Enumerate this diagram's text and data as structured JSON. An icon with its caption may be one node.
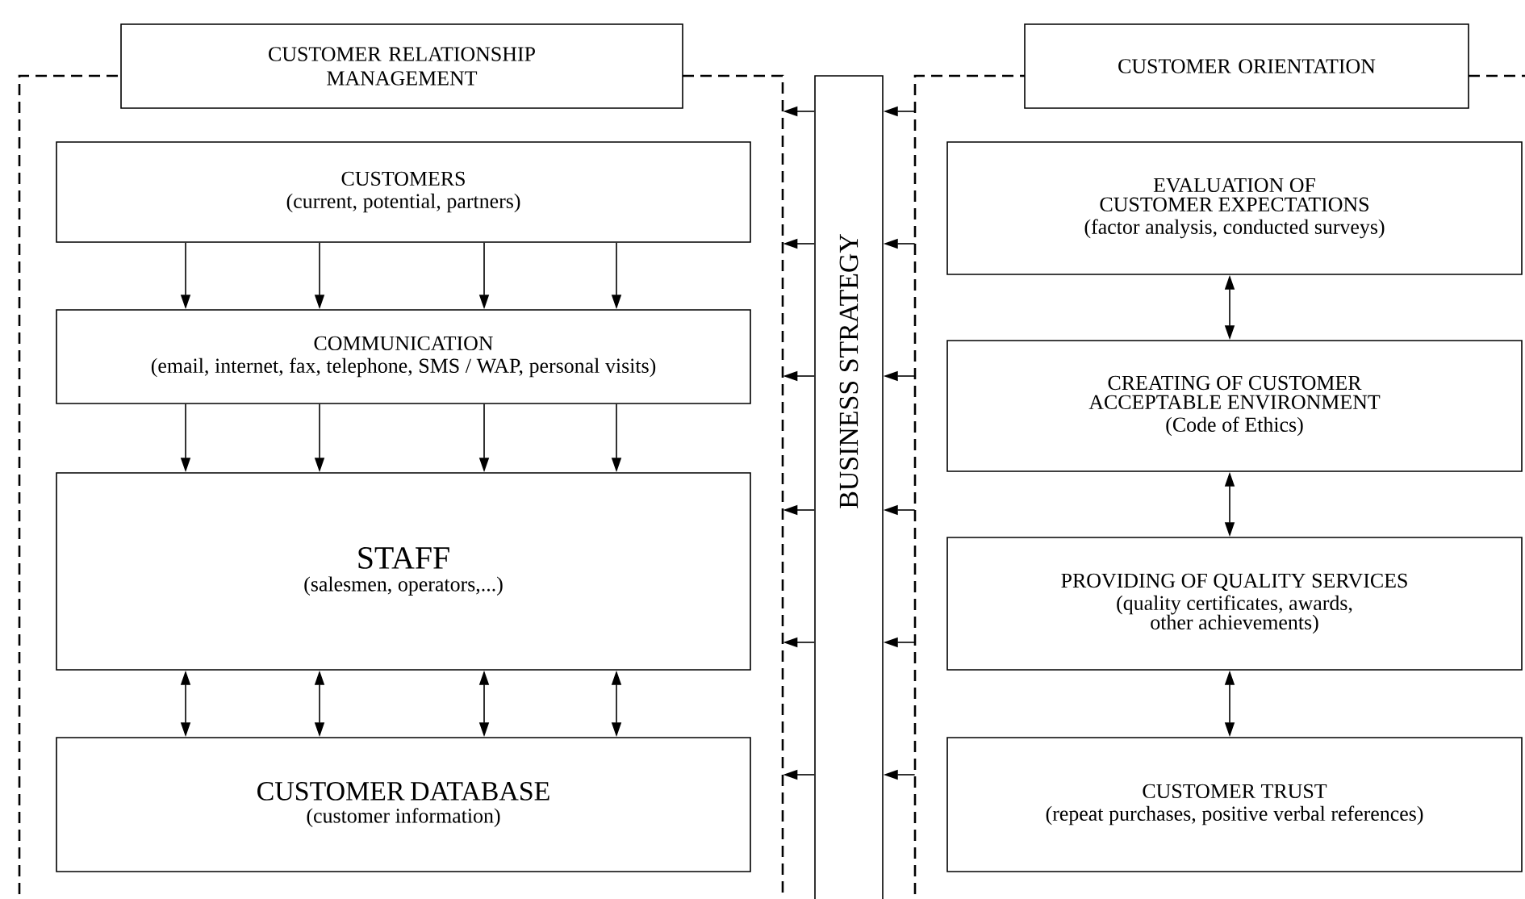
{
  "diagram": {
    "nodes": [
      {
        "text": [
          "CUSTOMER RELATIONSHIP MANAGEMENT"
        ]
      },
      {
        "text": [
          "CUSTOMERS",
          "(current, potential, partners)"
        ],
        "in": 0
      },
      {
        "text": [
          "COMMUNICATION",
          "(email, internet, fax, telephone, SMS / WAP, personal visits)"
        ],
        "in": 0
      },
      {
        "text": [
          "STAFF",
          "(salesmen, operators,...)"
        ],
        "in": 0
      },
      {
        "text": [
          "CUSTOMER DATABASE",
          "(customer information)"
        ],
        "in": 0
      },
      {
        "text": [
          "BUSINESS STRATEGY"
        ]
      },
      {
        "text": [
          "CUSTOMER ORIENTATION"
        ]
      },
      {
        "text": [
          "EVALUATION OF CUSTOMER EXPECTATIONS",
          "(factor analysis, conducted surveys)"
        ],
        "in": 6
      },
      {
        "text": [
          "CREATING OF CUSTOMER ACCEPTABLE ENVIRONMENT",
          "(Code of Ethics)"
        ],
        "in": 6
      },
      {
        "text": [
          "PROVIDING OF QUALITY SERVICES",
          "(quality certificates, awards, other achievements)"
        ],
        "in": 6
      },
      {
        "text": [
          "CUSTOMER TRUST",
          "(repeat purchases, positive verbal references)"
        ],
        "in": 6
      }
    ],
    "edges": [
      {
        "from": 1,
        "to": 2,
        "arrow": "to"
      },
      {
        "from": 1,
        "to": 2,
        "arrow": "to"
      },
      {
        "from": 1,
        "to": 2,
        "arrow": "to"
      },
      {
        "from": 1,
        "to": 2,
        "arrow": "to"
      },
      {
        "from": 2,
        "to": 3,
        "arrow": "to"
      },
      {
        "from": 2,
        "to": 3,
        "arrow": "to"
      },
      {
        "from": 2,
        "to": 3,
        "arrow": "to"
      },
      {
        "from": 2,
        "to": 3,
        "arrow": "to"
      },
      {
        "from": 3,
        "to": 4,
        "arrow": "both"
      },
      {
        "from": 3,
        "to": 4,
        "arrow": "both"
      },
      {
        "from": 3,
        "to": 4,
        "arrow": "both"
      },
      {
        "from": 3,
        "to": 4,
        "arrow": "both"
      },
      {
        "from": 5,
        "to": 0,
        "arrow": "to"
      },
      {
        "from": 5,
        "to": 0,
        "arrow": "to"
      },
      {
        "from": 5,
        "to": 0,
        "arrow": "to"
      },
      {
        "from": 5,
        "to": 0,
        "arrow": "to"
      },
      {
        "from": 5,
        "to": 0,
        "arrow": "to"
      },
      {
        "from": 5,
        "to": 0,
        "arrow": "to"
      },
      {
        "from": 6,
        "to": 5,
        "arrow": "to"
      },
      {
        "from": 6,
        "to": 5,
        "arrow": "to"
      },
      {
        "from": 6,
        "to": 5,
        "arrow": "to"
      },
      {
        "from": 6,
        "to": 5,
        "arrow": "to"
      },
      {
        "from": 6,
        "to": 5,
        "arrow": "to"
      },
      {
        "from": 6,
        "to": 5,
        "arrow": "to"
      },
      {
        "from": 7,
        "to": 8,
        "arrow": "both"
      },
      {
        "from": 8,
        "to": 9,
        "arrow": "both"
      },
      {
        "from": 9,
        "to": 10,
        "arrow": "both"
      }
    ]
  }
}
